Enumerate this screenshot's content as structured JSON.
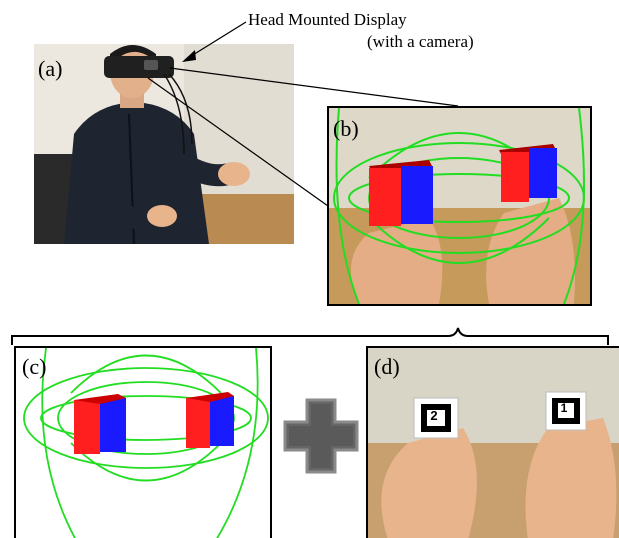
{
  "annotation": {
    "line1": "Head Mounted Display",
    "line2": "(with a camera)"
  },
  "panels": {
    "a": {
      "label": "(a)"
    },
    "b": {
      "label": "(b)"
    },
    "c": {
      "label": "(c)"
    },
    "d": {
      "label": "(d)"
    }
  },
  "markers": {
    "left": "2",
    "right": "1"
  },
  "colors": {
    "magnet_north": "#ff1f1f",
    "magnet_south": "#1a1aff",
    "field_lines": "#22dd22",
    "plus_sign": "#666666",
    "wall": "#dcd6c6",
    "desk": "#c69a5a",
    "skin": "#e8b48c"
  }
}
